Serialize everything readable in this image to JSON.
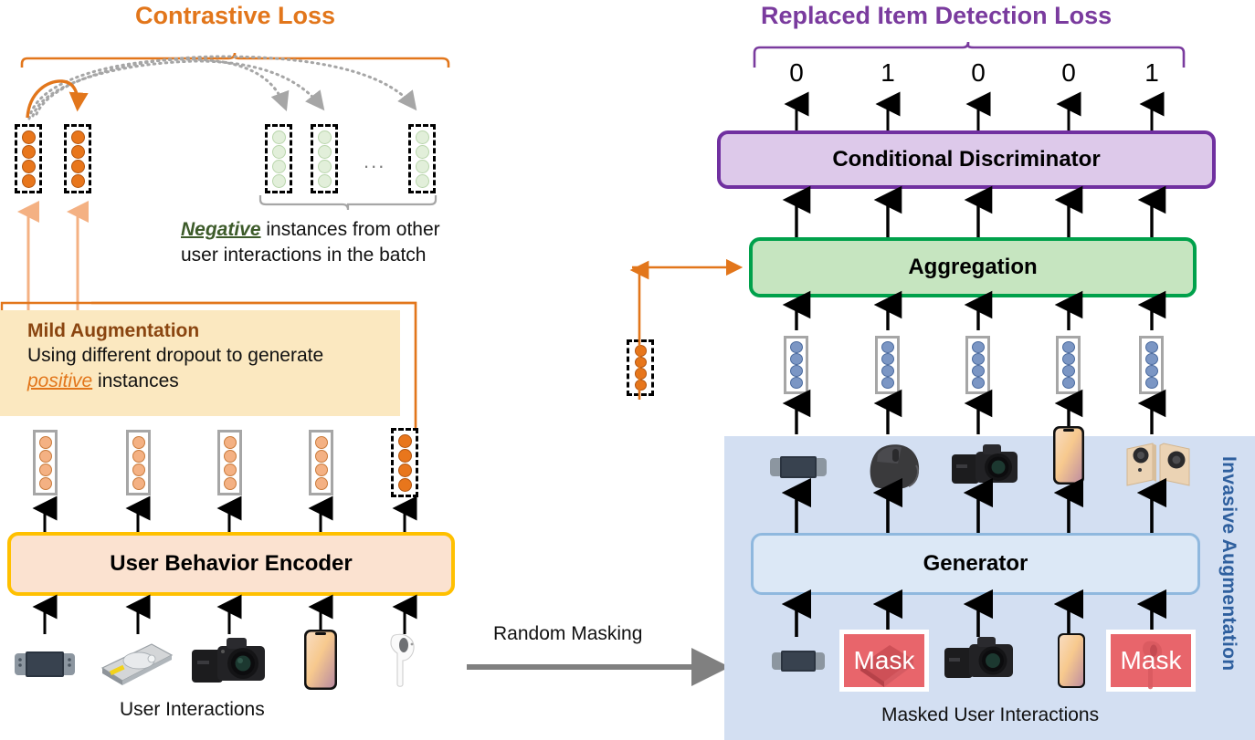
{
  "diagram": {
    "title_left": "Contrastive Loss",
    "title_right": "Replaced Item Detection Loss",
    "colors": {
      "contrastive_orange": "#E2761B",
      "rid_purple": "#7A3B9E",
      "encoder_border": "#FFC000",
      "encoder_fill": "#FBE2D0",
      "discriminator_border": "#7030A0",
      "discriminator_fill": "#DDC9EA",
      "aggregation_border": "#00A14B",
      "aggregation_fill": "#C6E5C0",
      "generator_border": "#8FB8DE",
      "generator_fill": "#DCE8F6",
      "invasive_panel": "#D3DFF2",
      "invasive_label": "#2E5F9E",
      "mask_red": "#E8656B",
      "callout_fill": "#FBE8C0",
      "negative_green": "#3D5B2A",
      "positive_orange": "#E2761B"
    }
  },
  "boxes": {
    "encoder": "User Behavior Encoder",
    "discriminator": "Conditional Discriminator",
    "aggregation": "Aggregation",
    "generator": "Generator"
  },
  "callouts": {
    "mild": {
      "heading": "Mild Augmentation",
      "line1": "Using different dropout to generate",
      "emphasis": "positive",
      "line2_tail": " instances"
    },
    "negative": {
      "emphasis": "Negative",
      "line1_tail": " instances from other",
      "line2": "user interactions in the batch"
    }
  },
  "captions": {
    "user_interactions": "User Interactions",
    "masked_user_interactions": "Masked User Interactions",
    "random_masking": "Random Masking",
    "invasive_augmentation": "Invasive Augmentation",
    "ellipsis": "..."
  },
  "discriminator_outputs": [
    "0",
    "1",
    "0",
    "0",
    "1"
  ],
  "left_items": [
    {
      "name": "handheld-console-icon"
    },
    {
      "name": "hard-drive-icon"
    },
    {
      "name": "dslr-camera-icon"
    },
    {
      "name": "smartphone-icon"
    },
    {
      "name": "earbud-icon"
    }
  ],
  "masked_items": [
    {
      "name": "handheld-console-icon",
      "masked": false
    },
    {
      "name": "mask-tile",
      "masked": true,
      "label": "Mask"
    },
    {
      "name": "dslr-camera-icon",
      "masked": false
    },
    {
      "name": "smartphone-icon",
      "masked": false
    },
    {
      "name": "mask-tile",
      "masked": true,
      "label": "Mask"
    }
  ],
  "generated_items": [
    {
      "name": "handheld-console-icon"
    },
    {
      "name": "computer-mouse-icon"
    },
    {
      "name": "dslr-camera-icon"
    },
    {
      "name": "smartphone-icon"
    },
    {
      "name": "speaker-pair-icon"
    }
  ],
  "vectors": {
    "encoder_outputs_count": 5,
    "augmented_positive_count": 2,
    "negative_count": 3,
    "generated_embeddings_count": 5,
    "cells_per_vector": 4
  }
}
